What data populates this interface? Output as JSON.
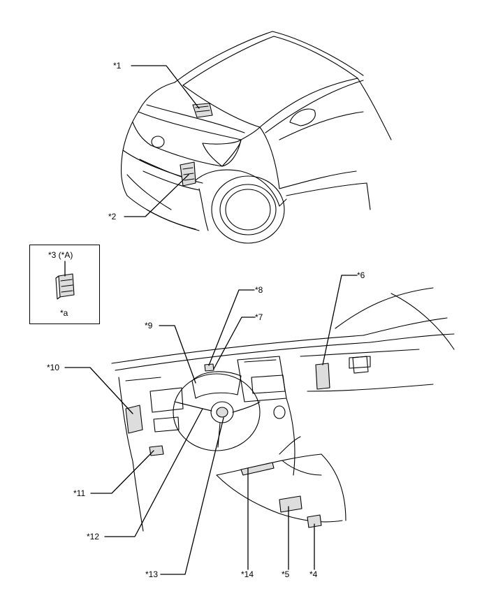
{
  "callouts": {
    "c1": "*1",
    "c2": "*2",
    "c3": "*3 (*A)",
    "ca": "*a",
    "c4": "*4",
    "c5": "*5",
    "c6": "*6",
    "c7": "*7",
    "c8": "*8",
    "c9": "*9",
    "c10": "*10",
    "c11": "*11",
    "c12": "*12",
    "c13": "*13",
    "c14": "*14"
  }
}
